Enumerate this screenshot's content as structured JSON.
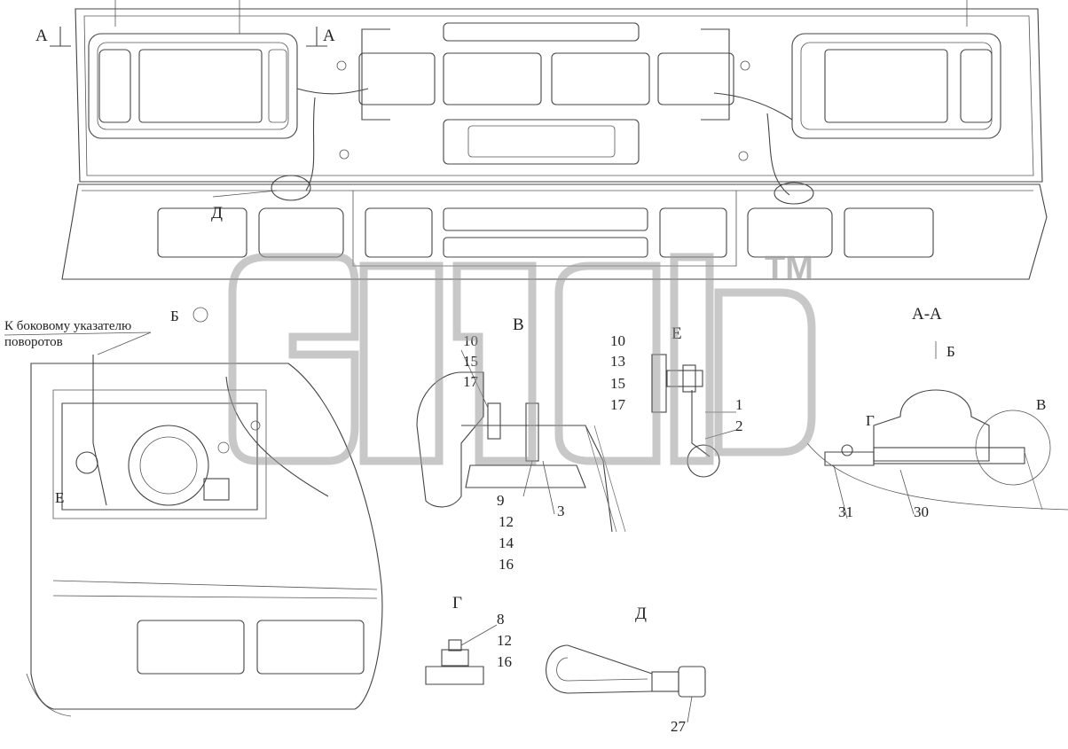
{
  "section_labels": {
    "a_left": "А",
    "a_right": "А",
    "d_top": "Д",
    "b_view": "Б",
    "b_arrow": "Б",
    "v_detail": "В",
    "v_circle": "В",
    "e_detail": "Е",
    "e_small": "Е",
    "aa_section": "А-А",
    "g_label": "Г",
    "g_detail": "Г",
    "d_detail": "Д"
  },
  "note": {
    "line1": "К боковому указателю",
    "line2": "поворотов"
  },
  "callouts_v": {
    "c10": "10",
    "c15": "15",
    "c17": "17",
    "c9": "9",
    "c12": "12",
    "c14": "14",
    "c16": "16",
    "c3": "3"
  },
  "callouts_e": {
    "c10": "10",
    "c13": "13",
    "c15": "15",
    "c17": "17",
    "c1": "1",
    "c2": "2"
  },
  "callouts_aa": {
    "c31": "31",
    "c30": "30"
  },
  "callouts_g": {
    "c8": "8",
    "c12": "12",
    "c16": "16"
  },
  "callouts_d": {
    "c27": "27"
  },
  "watermark": {
    "tm": "TM"
  }
}
